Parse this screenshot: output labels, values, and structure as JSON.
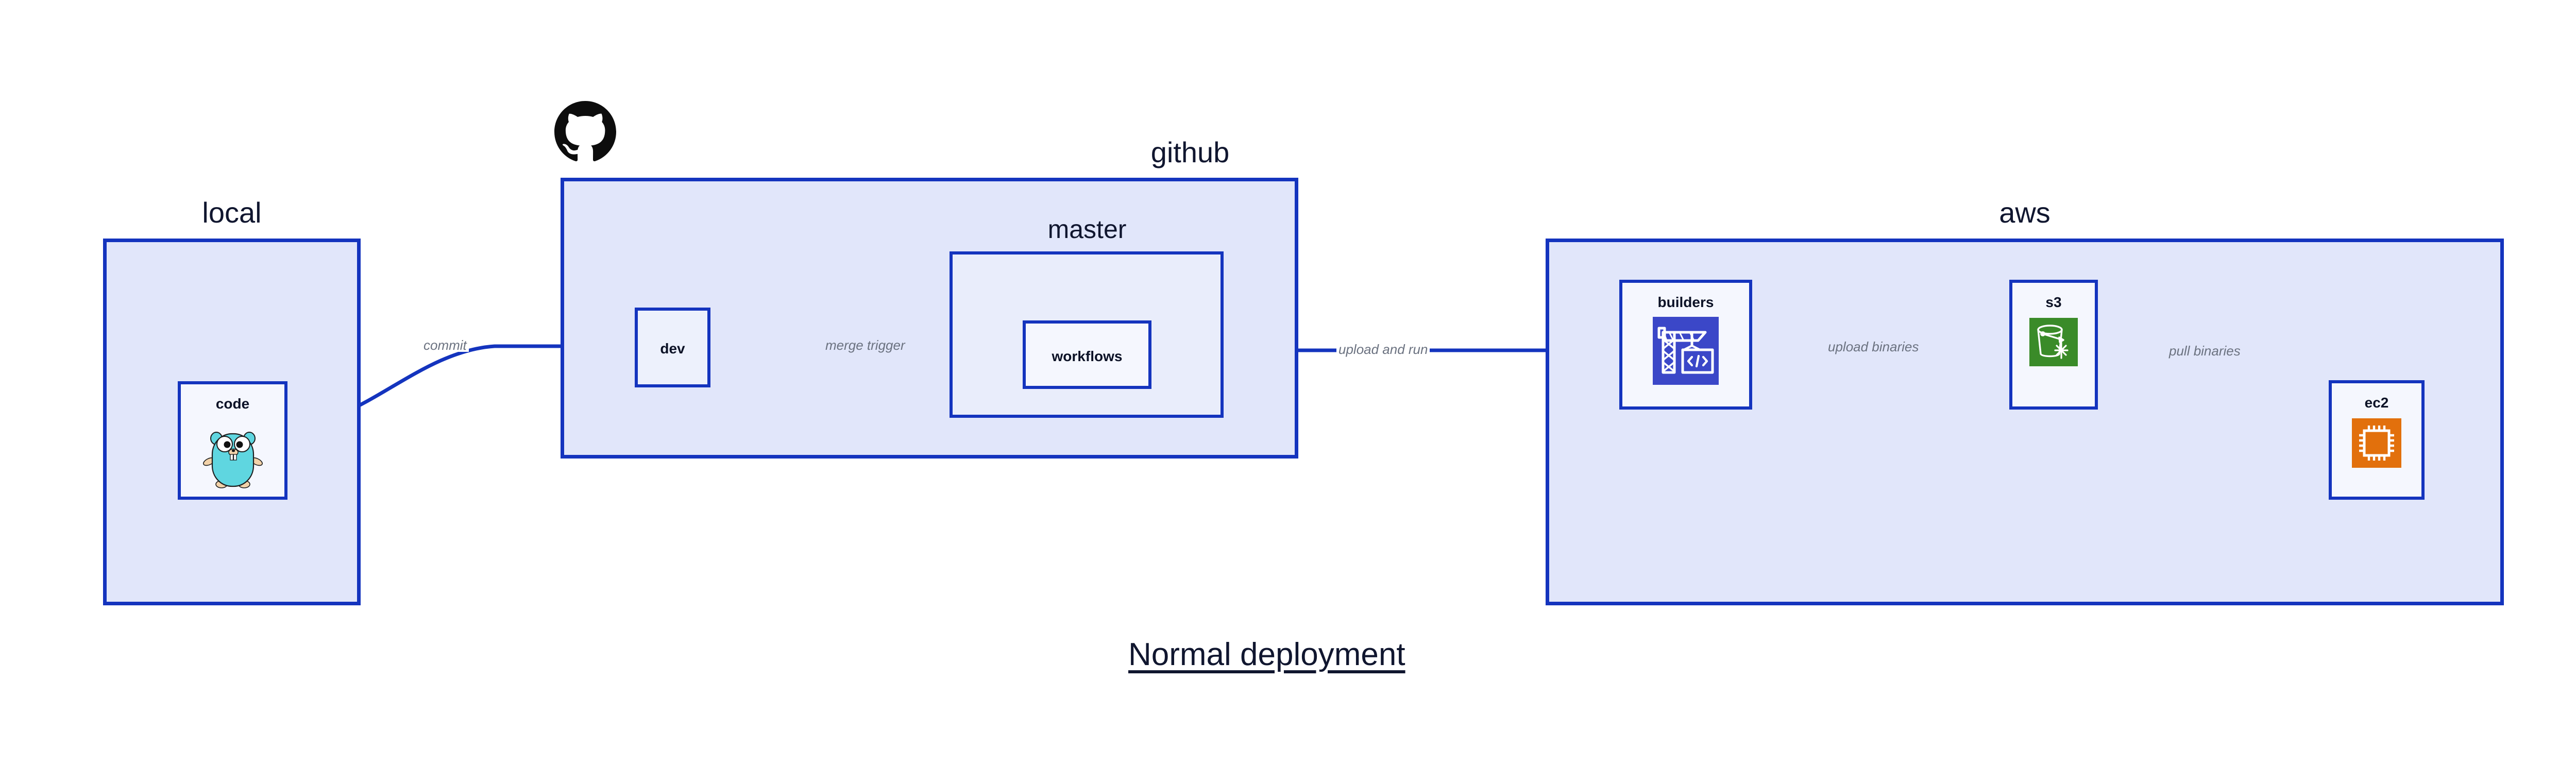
{
  "title": "Normal deployment",
  "groups": {
    "local": {
      "label": "local"
    },
    "github": {
      "label": "github"
    },
    "master": {
      "label": "master"
    },
    "aws": {
      "label": "aws"
    }
  },
  "nodes": {
    "code": {
      "label": "code",
      "icon": "go-gopher-icon"
    },
    "dev": {
      "label": "dev",
      "icon": "none"
    },
    "workflows": {
      "label": "workflows",
      "icon": "none"
    },
    "builders": {
      "label": "builders",
      "icon": "crane-code-icon"
    },
    "s3": {
      "label": "s3",
      "icon": "s3-bucket-icon"
    },
    "ec2": {
      "label": "ec2",
      "icon": "cpu-chip-icon"
    }
  },
  "edges": {
    "commit": {
      "label": "commit"
    },
    "merge_trigger": {
      "label": "merge trigger"
    },
    "upload_and_run": {
      "label": "upload and run"
    },
    "upload_binaries": {
      "label": "upload binaries"
    },
    "pull_binaries": {
      "label": "pull binaries"
    }
  },
  "logos": {
    "github": "github-octocat-icon"
  },
  "colors": {
    "edge": "#1434BE",
    "group_border": "#1434BE",
    "group_fill": "#E1E6FA",
    "subgroup_fill": "#E9EDFB",
    "node_fill": "#EDF1FC",
    "node_fill_light": "#F5F7FE",
    "text_dark": "#10162F",
    "edge_label": "#6B7280",
    "builders_icon": "#3B47C8",
    "s3_icon": "#3A8B29",
    "ec2_icon": "#E2700C",
    "gopher_body": "#5FD6E0"
  },
  "chart_data": {
    "type": "diagram",
    "title": "Normal deployment",
    "nodes": [
      {
        "id": "code",
        "label": "code",
        "group": "local"
      },
      {
        "id": "dev",
        "label": "dev",
        "group": "github"
      },
      {
        "id": "workflows",
        "label": "workflows",
        "group": "master"
      },
      {
        "id": "builders",
        "label": "builders",
        "group": "aws"
      },
      {
        "id": "s3",
        "label": "s3",
        "group": "aws"
      },
      {
        "id": "ec2",
        "label": "ec2",
        "group": "aws"
      }
    ],
    "edges": [
      {
        "from": "code",
        "to": "dev",
        "label": "commit"
      },
      {
        "from": "dev",
        "to": "workflows",
        "label": "merge trigger"
      },
      {
        "from": "workflows",
        "to": "builders",
        "label": "upload and run"
      },
      {
        "from": "builders",
        "to": "s3",
        "label": "upload binaries"
      },
      {
        "from": "s3",
        "to": "ec2",
        "label": "pull binaries"
      }
    ]
  }
}
